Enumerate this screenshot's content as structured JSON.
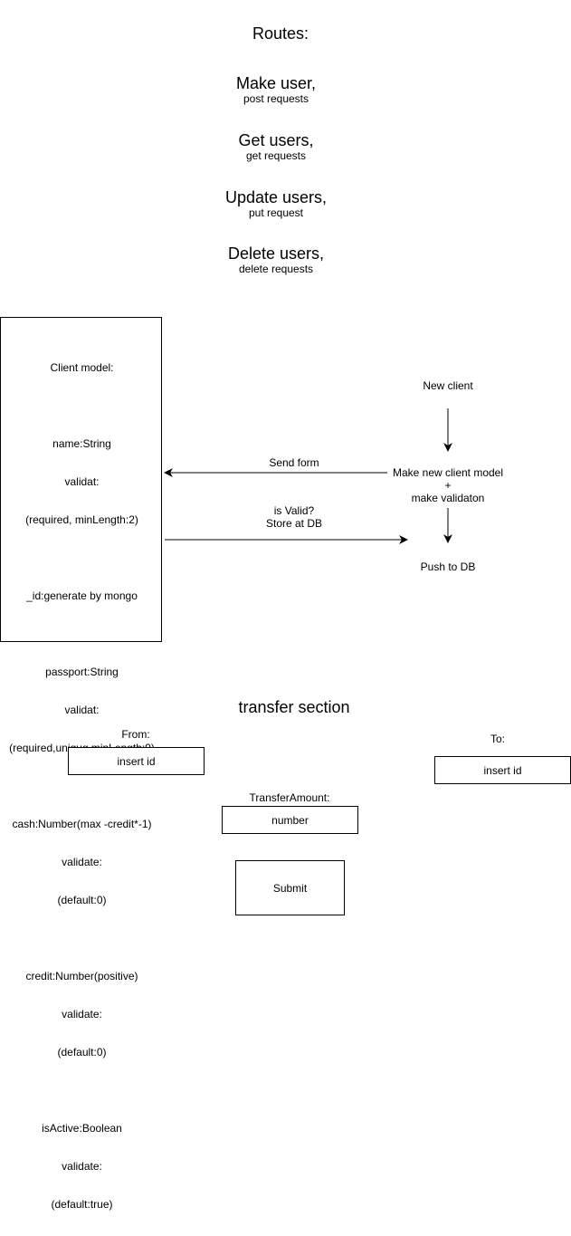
{
  "routes": {
    "heading": "Routes:",
    "items": [
      {
        "title": "Make user,",
        "subtitle": "post requests"
      },
      {
        "title": "Get users,",
        "subtitle": "get requests"
      },
      {
        "title": "Update users,",
        "subtitle": "put request"
      },
      {
        "title": "Delete users,",
        "subtitle": "delete requests"
      }
    ]
  },
  "client_model": {
    "lines": [
      "Client model:",
      "",
      "name:String",
      "validat:",
      "(required, minLength:2)",
      "",
      "_id:generate by mongo",
      "",
      "passport:String",
      "validat:",
      "(required,uniquq,minLength:9)",
      "",
      "cash:Number(max -credit*-1)",
      "validate:",
      "(default:0)",
      "",
      "credit:Number(positive)",
      "validate:",
      "(default:0)",
      "",
      "isActive:Boolean",
      "validate:",
      "(default:true)"
    ]
  },
  "flow": {
    "new_client": "New client",
    "make_model": "Make new client model",
    "plus": "+",
    "make_validation": "make validaton",
    "push_db": "Push to DB",
    "send_form": "Send form",
    "is_valid": "is Valid?",
    "store_db": "Store at DB"
  },
  "transfer": {
    "title": "transfer section",
    "from_label": "From:",
    "from_placeholder": "insert id",
    "to_label": "To:",
    "to_placeholder": "insert id",
    "amount_label": "TransferAmount:",
    "amount_placeholder": "number",
    "submit_label": "Submit"
  }
}
